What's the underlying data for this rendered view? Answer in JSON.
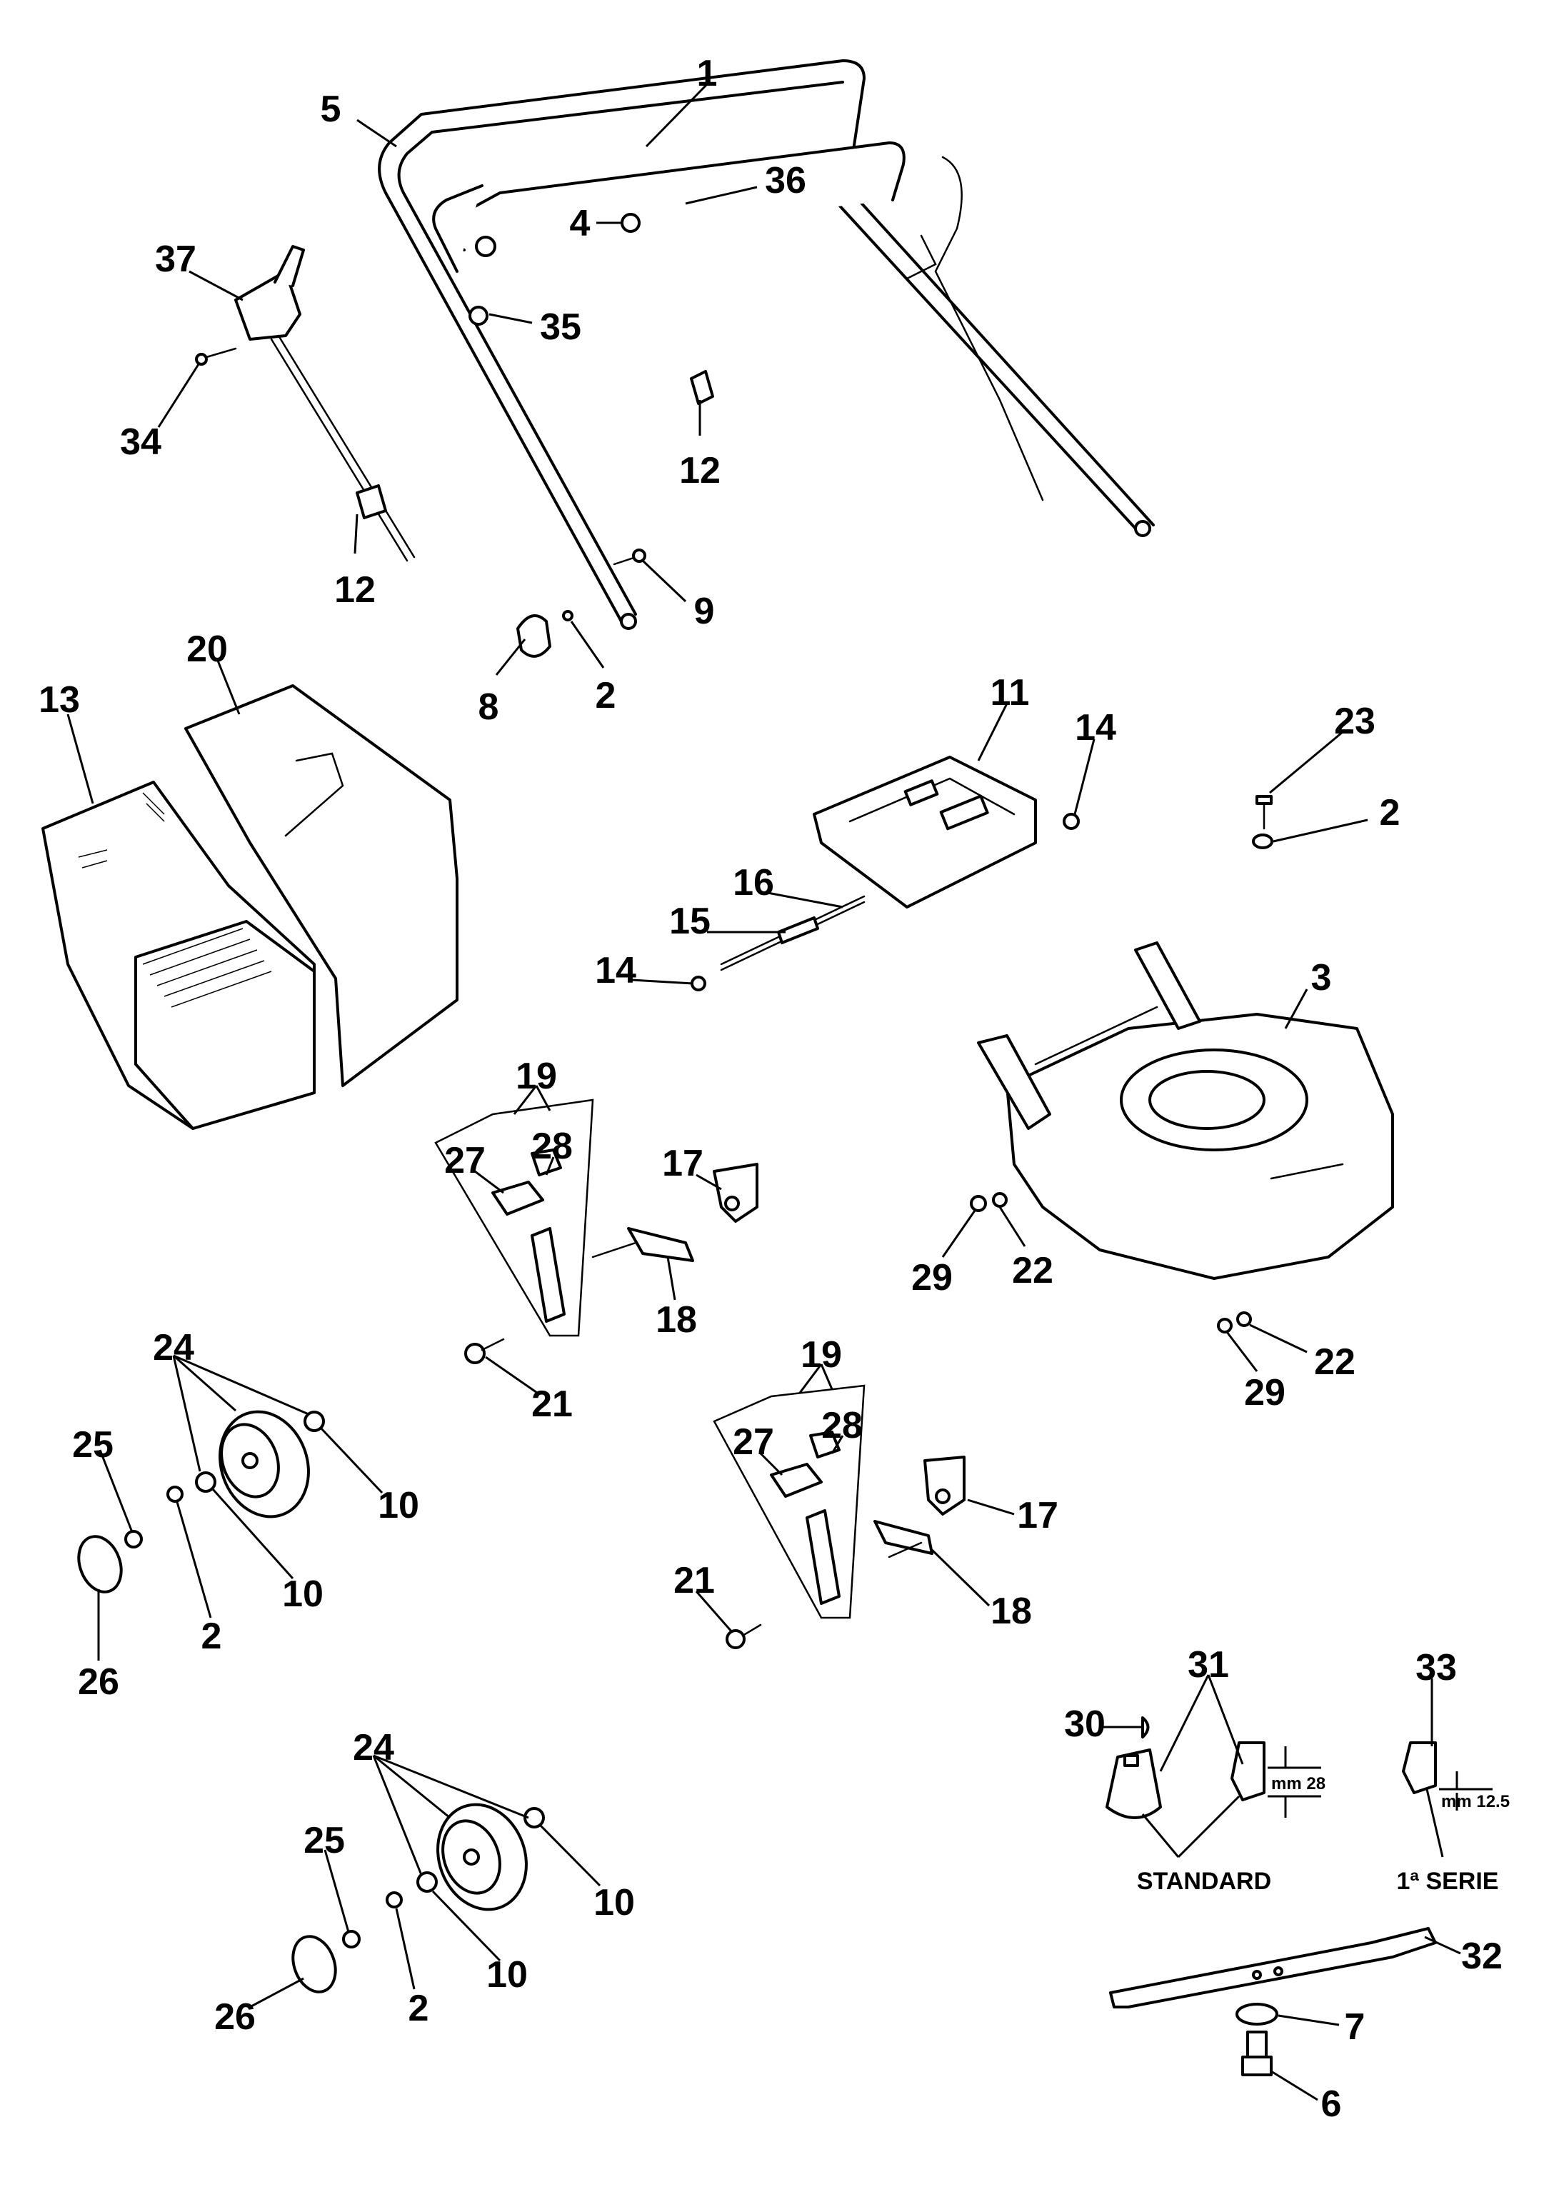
{
  "title": "Lawn mower exploded parts diagram",
  "callouts": {
    "handle_upper": "5",
    "control_bar": "1",
    "cable_36": "36",
    "nut_4": "4",
    "nut_35": "35",
    "throttle_lever": "37",
    "screw_34": "34",
    "cable_clip_left": "12",
    "cable_clip_right": "12",
    "bolt_9": "9",
    "knob_8": "8",
    "washer_2_top": "2",
    "bag_frame": "20",
    "grass_bag": "13",
    "rear_flap": "11",
    "nut_14_right": "14",
    "bolt_23": "23",
    "washer_2_right": "2",
    "rod_16": "16",
    "spring_15": "15",
    "nut_14_left": "14",
    "deck": "3",
    "height_adjuster_a": "19",
    "plate_27_a": "27",
    "plate_28_a": "28",
    "lever_17_a": "17",
    "axle_18_a": "18",
    "screw_21_a": "21",
    "washer_29_a": "29",
    "nut_22_a": "22",
    "washer_29_b": "29",
    "nut_22_b": "22",
    "wheel_24_a": "24",
    "nut_25_a": "25",
    "bushing_10_a1": "10",
    "bushing_10_a2": "10",
    "washer_2_a": "2",
    "hubcap_26_a": "26",
    "height_adjuster_b": "19",
    "plate_27_b": "27",
    "plate_28_b": "28",
    "lever_17_b": "17",
    "axle_18_b": "18",
    "screw_21_b": "21",
    "wheel_24_b": "24",
    "nut_25_b": "25",
    "bushing_10_b1": "10",
    "bushing_10_b2": "10",
    "washer_2_b": "2",
    "hubcap_26_b": "26",
    "key_30": "30",
    "blade_adapter_31": "31",
    "blade_adapter_33": "33",
    "blade_32": "32",
    "washer_7": "7",
    "bolt_6": "6"
  },
  "annotations": {
    "standard": "STANDARD",
    "first_series": "1ª SERIE",
    "dim_standard": "mm 28",
    "dim_first_series": "mm 12.5"
  }
}
